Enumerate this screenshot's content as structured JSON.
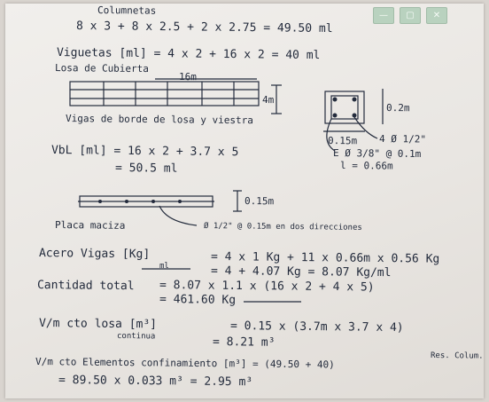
{
  "window_controls": {
    "minimize_icon": "minimize-icon",
    "maximize_icon": "maximize-icon",
    "close_icon": "close-icon",
    "accent": "#b9d2bf"
  },
  "notes": {
    "columnas_title": "Columnetas",
    "columnas_eq": "8 x 3 + 8 x 2.5 + 2 x 2.75 = 49.50 ml",
    "viguetas_eq": "Viguetas [ml] = 4 x 2 + 16 x 2 = 40 ml",
    "losa_label": "Losa de Cubierta",
    "dim_16m": "16m",
    "dim_4m": "4m",
    "vigas_caption": "Vigas de borde de losa y viestra",
    "section_02": "0.2m",
    "section_015": "0.15m",
    "section_rebar": "4 Ø 1/2\"",
    "stirrup": "E Ø 3/8\" @ 0.1m",
    "stirrup_len": "l = 0.66m",
    "vbl_eq": "VbL [ml] = 16 x 2 + 3.7 x 5",
    "vbl_res": "= 50.5 ml",
    "slab_thk": "0.15m",
    "placa_label": "Placa maciza",
    "placa_rebar": "Ø 1/2\" @ 0.15m en dos direcciones",
    "acero_label": "Acero Vigas [Kg]",
    "acero_unit": "ml",
    "acero_eq": "= 4 x 1 Kg + 11 x 0.66m x 0.56 Kg",
    "acero_eq2": "= 4 + 4.07 Kg = 8.07 Kg/ml",
    "cant_label": "Cantidad total",
    "cant_eq": "= 8.07 x 1.1 x (16 x 2 + 4 x 5)",
    "cant_res": "= 461.60 Kg",
    "vm_losa_label": "V/m cto losa [m³]",
    "vm_losa_sub": "continua",
    "vm_losa_eq": "= 0.15 x (3.7m x 3.7 x 4)",
    "vm_losa_res": "= 8.21 m³",
    "vm_elem_label": "V/m cto Elementos confinamiento [m³] = (49.50 + 40)",
    "vm_elem_sub": "Res. Colum.",
    "vm_elem_eq": "= 89.50 x 0.033 m³ = 2.95 m³"
  }
}
